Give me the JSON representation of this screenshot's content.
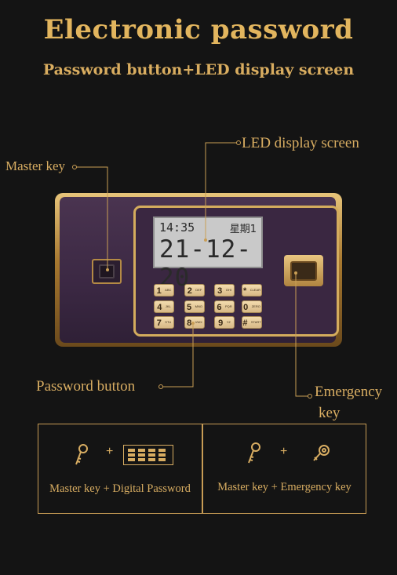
{
  "header": {
    "title": "Electronic password",
    "subtitle": "Password button+LED display screen"
  },
  "callouts": {
    "master_key": "Master key",
    "led_screen": "LED display screen",
    "password_button": "Password button",
    "emergency_key_line1": "Emergency",
    "emergency_key_line2": "key"
  },
  "lcd": {
    "time": "14:35",
    "day": "星期1",
    "date": "21-12-20"
  },
  "keypad": [
    {
      "digit": "1",
      "sub": "ABC"
    },
    {
      "digit": "2",
      "sub": "DEF"
    },
    {
      "digit": "3",
      "sub": "GHI"
    },
    {
      "digit": "*",
      "sub": "CLEAR"
    },
    {
      "digit": "4",
      "sub": "JKL"
    },
    {
      "digit": "5",
      "sub": "MNO"
    },
    {
      "digit": "6",
      "sub": "PQR"
    },
    {
      "digit": "0",
      "sub": "ZERO"
    },
    {
      "digit": "7",
      "sub": "STU"
    },
    {
      "digit": "8",
      "sub": "VWX"
    },
    {
      "digit": "9",
      "sub": "YZ"
    },
    {
      "digit": "#",
      "sub": "START"
    }
  ],
  "combos": [
    {
      "plus": "+",
      "caption": "Master key + Digital Password",
      "icons": [
        "key-icon",
        "keypad-icon"
      ]
    },
    {
      "plus": "+",
      "caption": "Master key + Emergency key",
      "icons": [
        "key-icon",
        "emergency-key-icon"
      ]
    }
  ],
  "colors": {
    "gold": "#d8ad62",
    "background": "#141414",
    "panel": "#3b2843"
  }
}
